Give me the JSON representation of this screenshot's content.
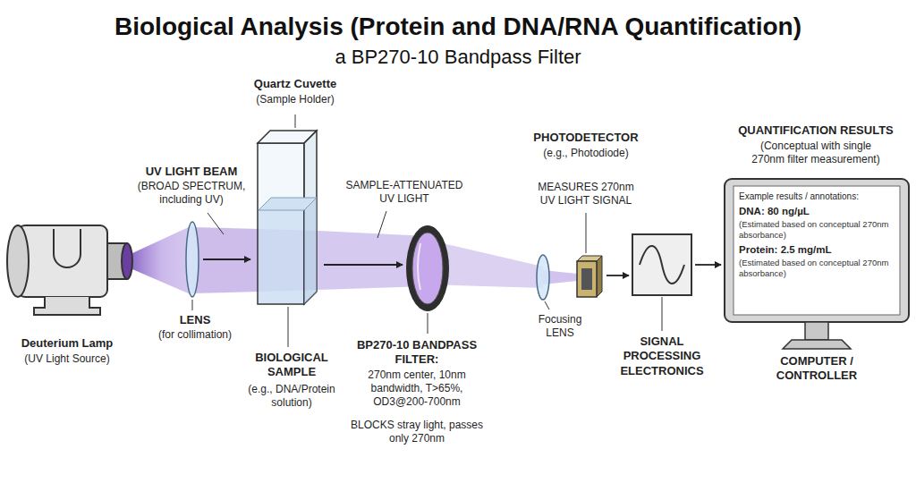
{
  "diagram": {
    "title": "Biological Analysis (Protein and DNA/RNA Quantification)",
    "nodes": [
      {
        "text": [
          "Deuterium Lamp",
          "(UV Light Source)"
        ]
      },
      {
        "text": [
          "LENS",
          "(for collimation)"
        ]
      },
      {
        "text": [
          "Quartz Cuvette",
          "(Sample Holder)",
          "BIOLOGICAL SAMPLE",
          "(e.g., DNA/Protein solution)"
        ]
      },
      {
        "text": [
          "BP270-10 BANDPASS FILTER:",
          "270nm center, 10nm bandwidth, T>65%, OD3@200-700nm",
          "BLOCKS stray light, passes only 270nm"
        ]
      },
      {
        "text": [
          "Focusing LENS"
        ]
      },
      {
        "text": [
          "PHOTODETECTOR",
          "(e.g., Photodiode)",
          "MEASURES 270nm UV LIGHT SIGNAL"
        ]
      },
      {
        "text": [
          "SIGNAL PROCESSING ELECTRONICS"
        ]
      },
      {
        "text": [
          "QUANTIFICATION RESULTS",
          "(Conceptual with single 270nm filter measurement)",
          "Example results / annotations:",
          "DNA: 80 ng/µL",
          "(Estimated based on conceptual 270nm absorbance)",
          "Protein: 2.5 mg/mL",
          "(Estimated based on conceptual 270nm absorbance)",
          "COMPUTER / CONTROLLER"
        ]
      }
    ],
    "edges": [
      {
        "from": 1,
        "to": 2,
        "arrow": "to"
      },
      {
        "from": 2,
        "to": 3,
        "arrow": "to"
      },
      {
        "from": 5,
        "to": 6,
        "arrow": "to"
      },
      {
        "from": 6,
        "to": 7,
        "arrow": "to"
      }
    ],
    "labels": [
      "a BP270-10 Bandpass Filter",
      "UV LIGHT BEAM",
      "(BROAD SPECTRUM, including UV)",
      "SAMPLE-ATTENUATED UV LIGHT"
    ]
  }
}
